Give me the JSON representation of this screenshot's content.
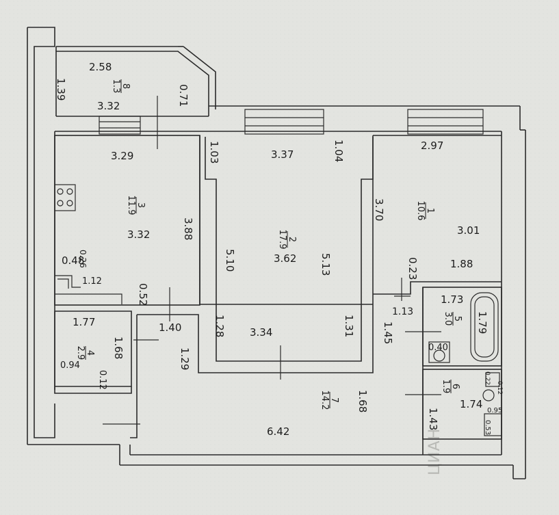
{
  "plan": {
    "rooms": [
      {
        "id": "r1",
        "num": "1",
        "area": "10.6"
      },
      {
        "id": "r2",
        "num": "2",
        "area": "17.9"
      },
      {
        "id": "r3",
        "num": "3",
        "area": "11.9"
      },
      {
        "id": "r4",
        "num": "4",
        "area": "2.9"
      },
      {
        "id": "r5",
        "num": "5",
        "area": "3.0"
      },
      {
        "id": "r6",
        "num": "6",
        "area": "1.9"
      },
      {
        "id": "r7",
        "num": "7",
        "area": "14.2"
      },
      {
        "id": "r8",
        "num": "8",
        "area": "1.3"
      }
    ],
    "dims": {
      "balc_w": "2.58",
      "balc_h": "1.39",
      "balc_d": "0.71",
      "balc_b": "3.32",
      "k_top": "3.29",
      "k_mid": "3.32",
      "k_right": "3.88",
      "k_a": "0.48",
      "k_b": "0.26",
      "k_c": "1.12",
      "k_d": "0.52",
      "l_top": "3.37",
      "l_lt": "1.03",
      "l_rt": "1.04",
      "l_center": "3.62",
      "l_left": "5.10",
      "l_right": "5.13",
      "l_bl": "1.28",
      "l_bot": "3.34",
      "l_br": "1.31",
      "b_top": "2.97",
      "b_left": "3.70",
      "b_right": "3.01",
      "b_a": "0.23",
      "b_b": "1.88",
      "s_top": "1.77",
      "s_right": "1.68",
      "s_bl": "0.94",
      "s_br": "0.12",
      "h_a": "1.40",
      "h_b": "1.29",
      "h_main": "6.42",
      "h_c": "1.68",
      "h_d": "1.13",
      "h_e": "1.45",
      "bath_top": "1.73",
      "bath_right": "1.79",
      "bath_small": "0.40",
      "wc_w": "1.74",
      "wc_h": "1.43",
      "wc_a": "0.22",
      "wc_b": "0.12",
      "wc_c": "0.95",
      "wc_d": "0.53"
    },
    "watermark": "ЦИАН"
  }
}
